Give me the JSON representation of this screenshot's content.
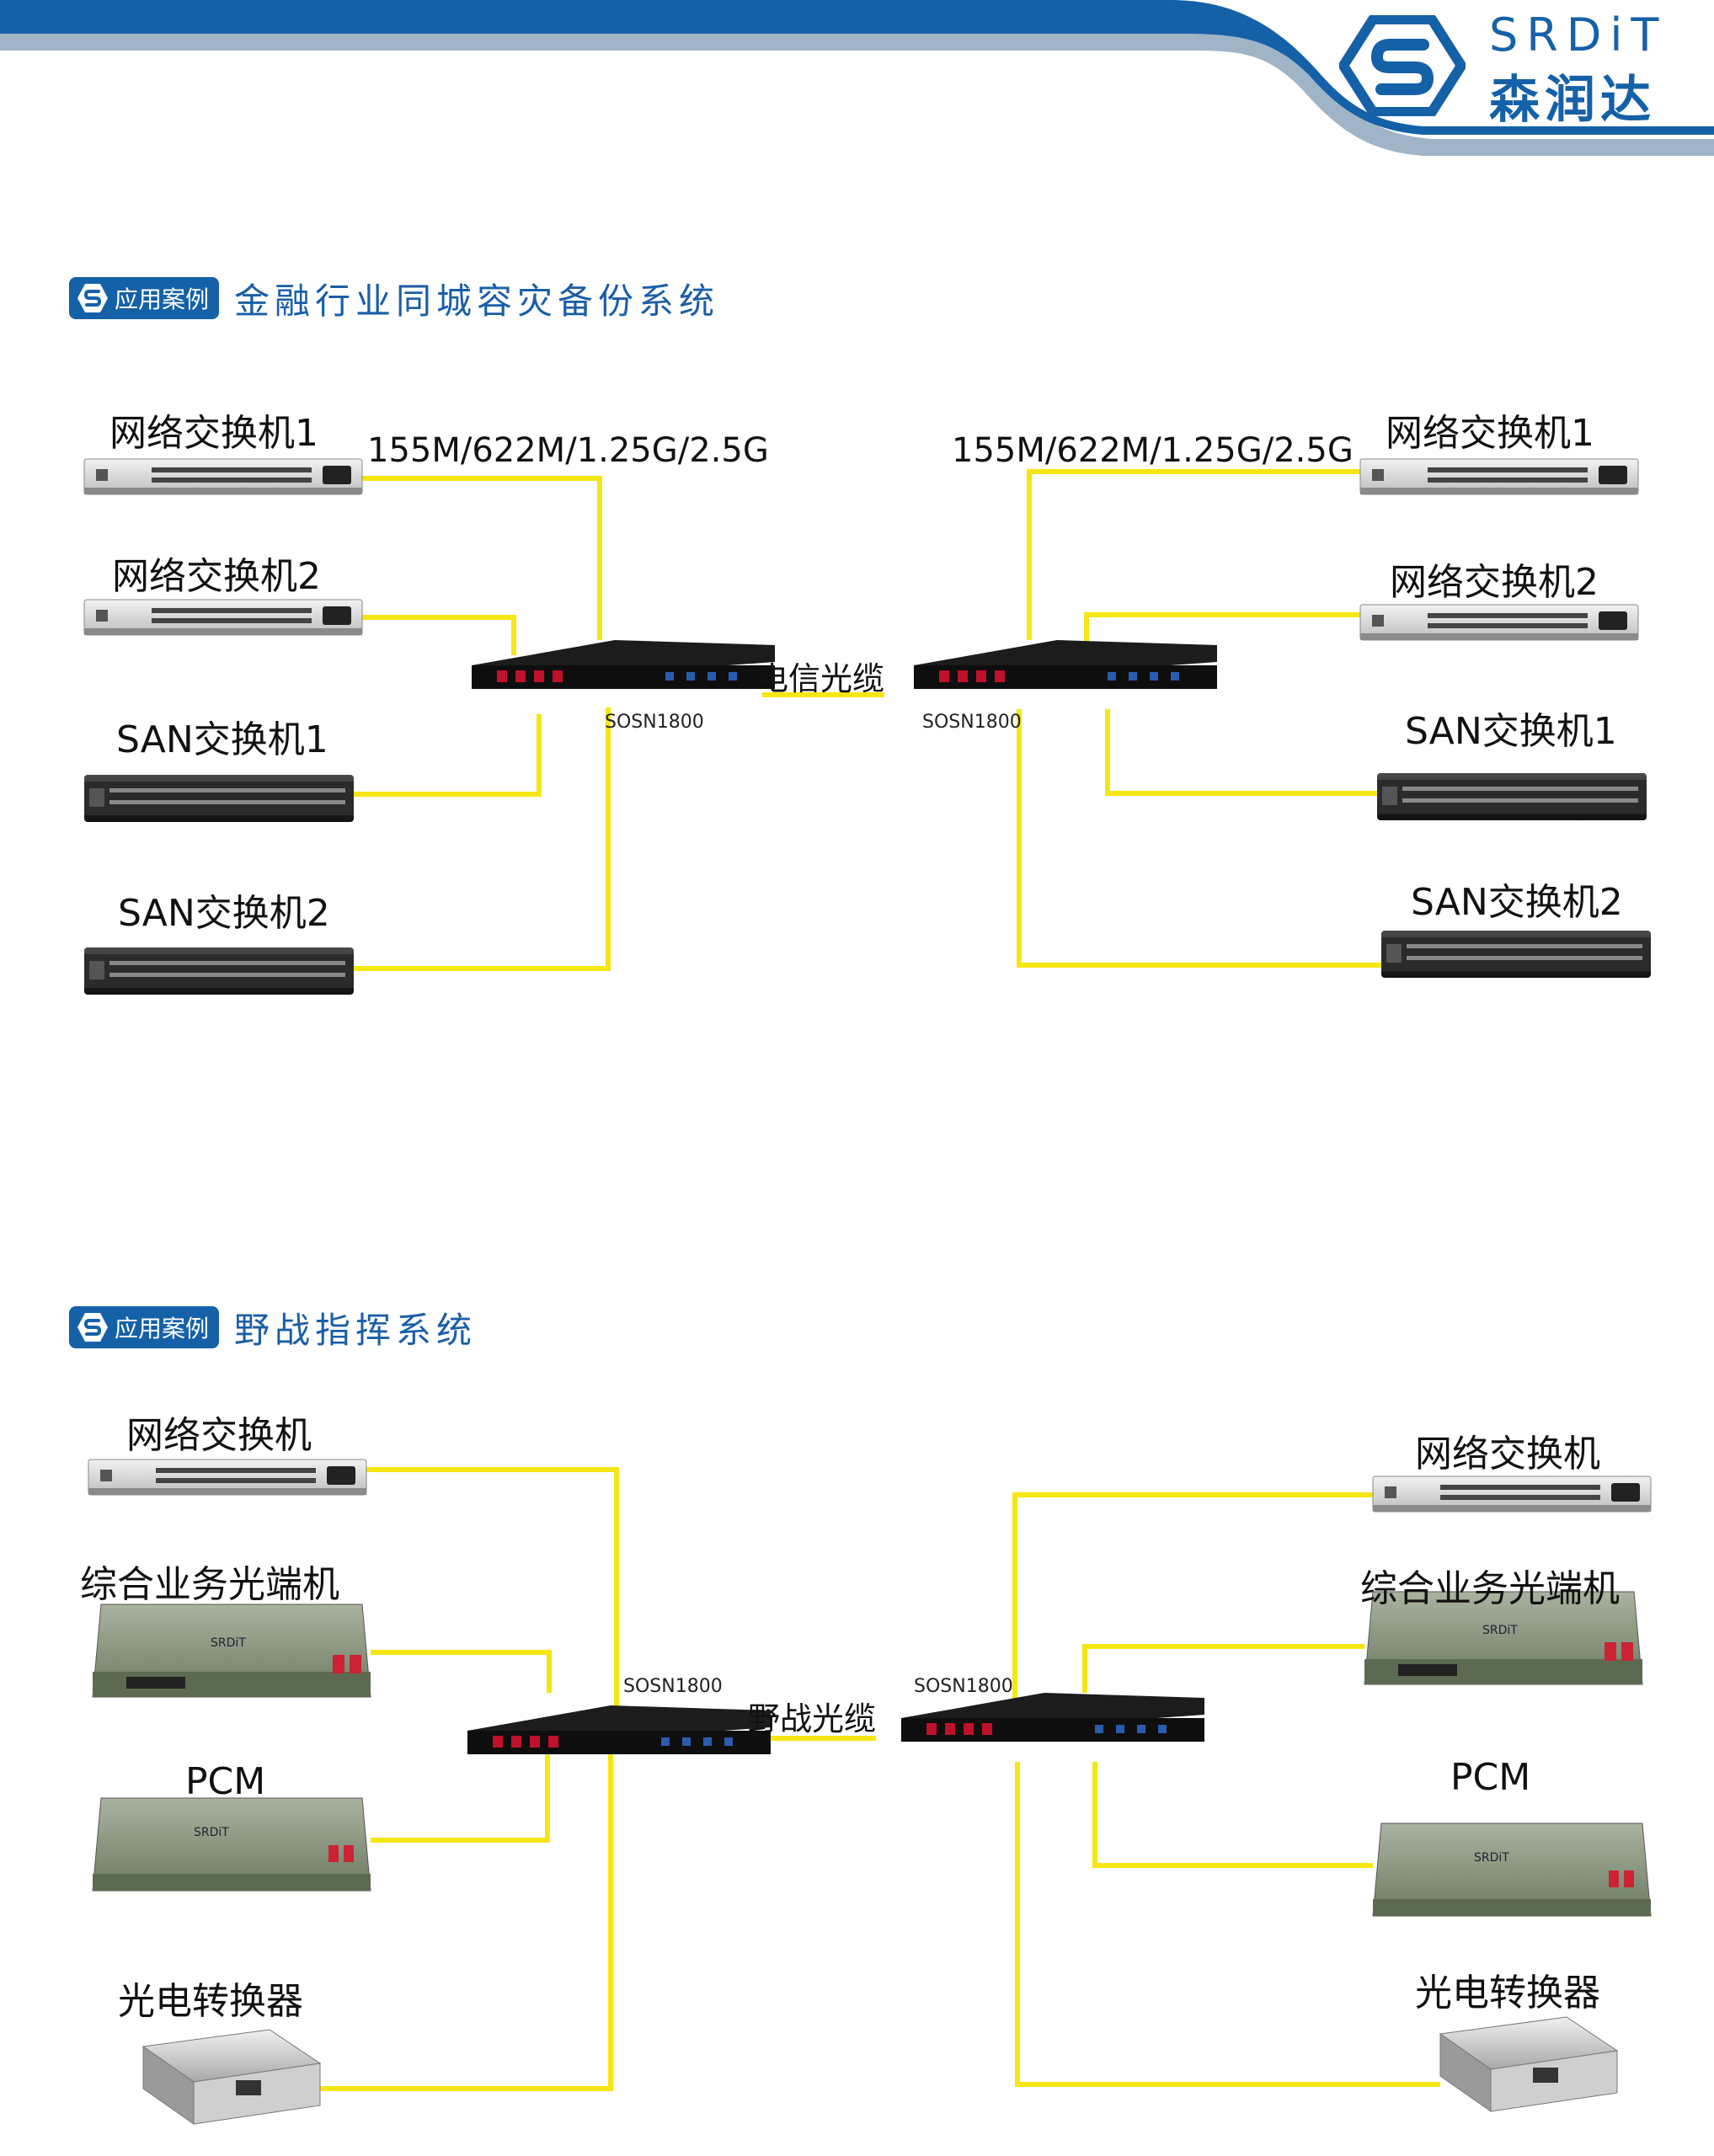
{
  "brand": {
    "name_en": "SRDiT",
    "name_cn": "森润达",
    "primary_color": "#1561a8",
    "stripe_color": "#9fb4c6",
    "link_color": "#f5e614"
  },
  "sections": [
    {
      "badge": "应用案例",
      "title": "金融行业同城容灾备份系统",
      "rate_left": "155M/622M/1.25G/2.5G",
      "rate_right": "155M/622M/1.25G/2.5G",
      "cable": "电信光缆",
      "node_left": "SOSN1800",
      "node_right": "SOSN1800",
      "left_devices": [
        "网络交换机1",
        "网络交换机2",
        "SAN交换机1",
        "SAN交换机2"
      ],
      "right_devices": [
        "网络交换机1",
        "网络交换机2",
        "SAN交换机1",
        "SAN交换机2"
      ]
    },
    {
      "badge": "应用案例",
      "title": "野战指挥系统",
      "cable": "野战光缆",
      "node_left": "SOSN1800",
      "node_right": "SOSN1800",
      "left_devices": [
        "网络交换机",
        "综合业务光端机",
        "PCM",
        "光电转换器"
      ],
      "right_devices": [
        "网络交换机",
        "综合业务光端机",
        "PCM",
        "光电转换器"
      ]
    }
  ]
}
